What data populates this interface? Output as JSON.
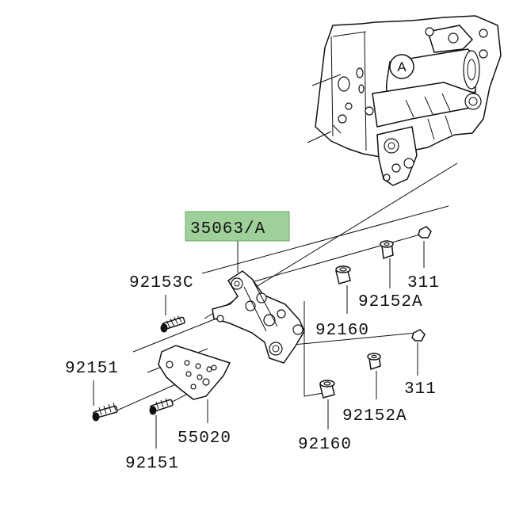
{
  "diagram": {
    "highlight_color": "#9fd09a",
    "callout": {
      "label": "A"
    },
    "parts": {
      "p35063": {
        "label": "35063/A",
        "highlighted": true
      },
      "p92153c": {
        "label": "92153C"
      },
      "p311_top": {
        "label": "311"
      },
      "p92152a_top": {
        "label": "92152A"
      },
      "p92160_top": {
        "label": "92160"
      },
      "p92151_left": {
        "label": "92151"
      },
      "p311_bottom": {
        "label": "311"
      },
      "p55020": {
        "label": "55020"
      },
      "p92152a_bottom": {
        "label": "92152A"
      },
      "p92151_bottom": {
        "label": "92151"
      },
      "p92160_bottom": {
        "label": "92160"
      }
    }
  }
}
